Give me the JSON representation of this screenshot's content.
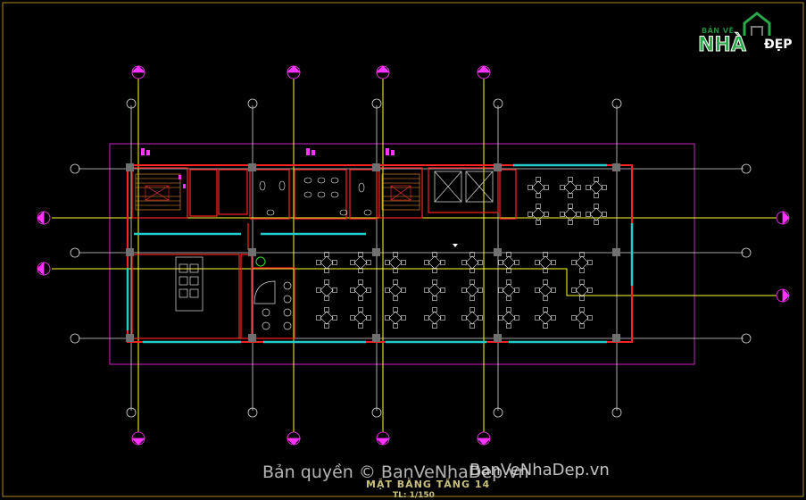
{
  "logo": {
    "small_text": "BẢN VẼ",
    "main_text": "NHÀ",
    "suffix_text": "ĐẸP"
  },
  "copyright": "Bản quyền © BanVeNhaDep.vn",
  "watermark": "BanVeNhaDep.vn",
  "drawing": {
    "title": "MẶT BẰNG TẦNG 14",
    "scale": "TL: 1/150"
  },
  "colors": {
    "background": "#000000",
    "frame": "#b08a28",
    "boundary": "#cc22cc",
    "axis_line": "#ffff33",
    "grid_line": "#d8d8d8",
    "wall": "#ff2222",
    "column": "#707070",
    "cyan": "#22cccc",
    "marker": "#ff33ff"
  }
}
